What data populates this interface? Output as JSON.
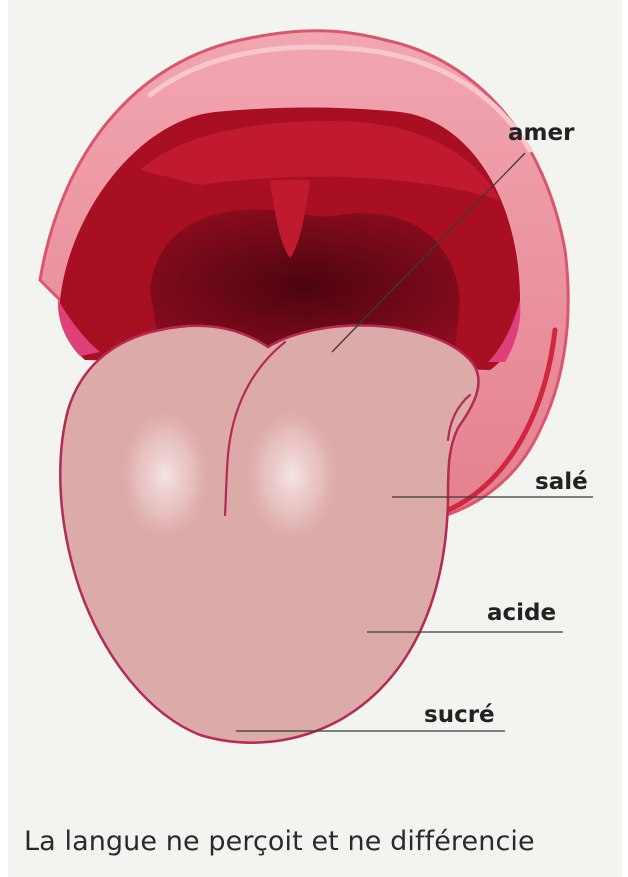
{
  "labels": {
    "amer": "amer",
    "sale": "salé",
    "acide": "acide",
    "sucre": "sucré"
  },
  "caption": "La langue ne perçoit et ne différencie",
  "colors": {
    "background": "#f3f4ef",
    "lips": "#e58a98",
    "lip_outline": "#d0374f",
    "mouth_interior": "#a80f22",
    "throat": "#6b0714",
    "tongue": "#dcaaa8",
    "tongue_outline": "#b52a55",
    "leader_line": "#3a3a3a"
  }
}
